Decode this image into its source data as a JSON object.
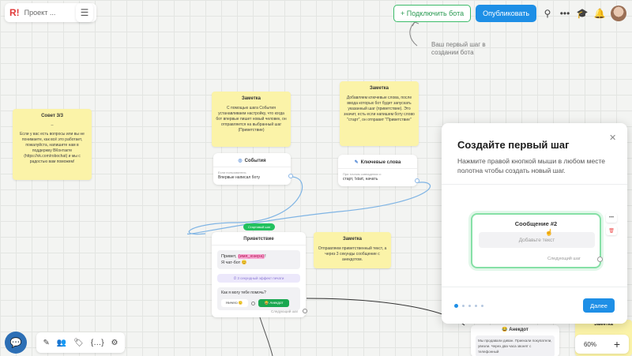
{
  "header": {
    "logo": "R!",
    "project": "Проект ...",
    "chevron_icon": "chevron-down",
    "connect_button": "+ Подключить бота",
    "publish_button": "Опубликовать",
    "hint": "Ваш первый шаг в создании бота"
  },
  "notes": {
    "tips": {
      "title": "Совет 3/3",
      "dash": "--",
      "text": "Если у вас есть вопросы или вы не понимаете, как всё это работает, пожалуйста, напишите нам в поддержку ВКонтакте (https://vk.com/robochat) и мы с радостью вам поможем!"
    },
    "note1": {
      "title": "Заметка",
      "text": "С помощью шага События устанавливаем настройку, что когда бот впервые пишет новый человек, он отправляется на выбранный шаг (Приветствие)"
    },
    "note2": {
      "title": "Заметка",
      "text": "Добавляем ключевые слова, после ввода которых бот будет запускать указанный шаг (приветствие). Это значит, есть если напишем боту слово \"старт\", он отправит \"Приветствие\""
    },
    "note3": {
      "title": "Заметка",
      "text": "Отправляем приветственный текст, а через 3 секунды сообщение с анекдотом."
    }
  },
  "nodes": {
    "events": {
      "title": "События",
      "sub": "Если пользователь",
      "value": "Впервые написал боту"
    },
    "keywords": {
      "title": "Ключевые слова",
      "sub": "При точном совпадении с:",
      "value": "старт, !start, начать"
    },
    "greeting": {
      "badge": "Стартовый шаг",
      "title": "Приветствие",
      "msg_prefix": "Привет, ",
      "msg_tag": "{имя_юзера}",
      "msg_suffix": "!",
      "msg_line2": "Я чат-бот 😊",
      "delay": "3 секундный эффект печати",
      "question": "Как я могу тебе помочь?",
      "choice1": "Ничего 🙂",
      "choice2": "😂 Анекдот",
      "next": "Следующий шаг"
    },
    "anecdote": {
      "title": "😂 Анекдот",
      "text": "Мы продавали диван. Приехали покупатели, увезли. Через два часа звонят с телефонный"
    },
    "note_small_title": "Заметка"
  },
  "modal": {
    "title": "Создайте первый шаг",
    "description": "Нажмите правой кнопкой мыши в любом месте полотна чтобы создать новый шаг.",
    "demo_title": "Сообщение #2",
    "demo_add": "Добавьте текст",
    "demo_next": "Следующий шаг",
    "next_button": "Далее",
    "steps_total": 5,
    "current_step": 1
  },
  "bottom": {
    "zoom": "60%",
    "plus": "+"
  }
}
